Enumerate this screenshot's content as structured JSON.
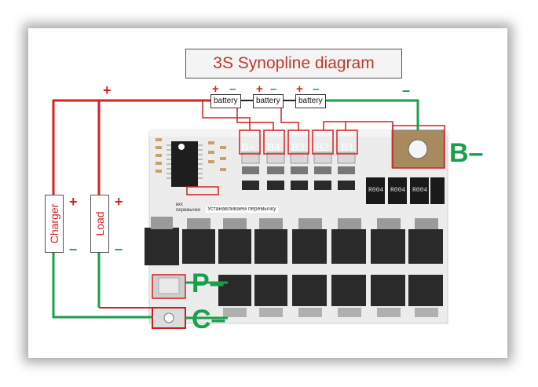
{
  "title": "3S Synopline diagram",
  "battery_label": "battery",
  "plus": "+",
  "minus": "–",
  "charger_label": "Charger",
  "load_label": "Load",
  "taps": [
    "B+",
    "B4",
    "B3",
    "B2",
    "B1"
  ],
  "terminal_b": "B–",
  "terminal_p": "P–",
  "terminal_c": "C–",
  "board_note_1": "вкх перемычки",
  "board_note_2": "Устанавливаем перемычку",
  "shunt_code": "R004",
  "colors": {
    "positive_wire": "#d42020",
    "negative_wire": "#18a04a",
    "board": "#eeeeee",
    "mosfet": "#2a2a2a"
  }
}
